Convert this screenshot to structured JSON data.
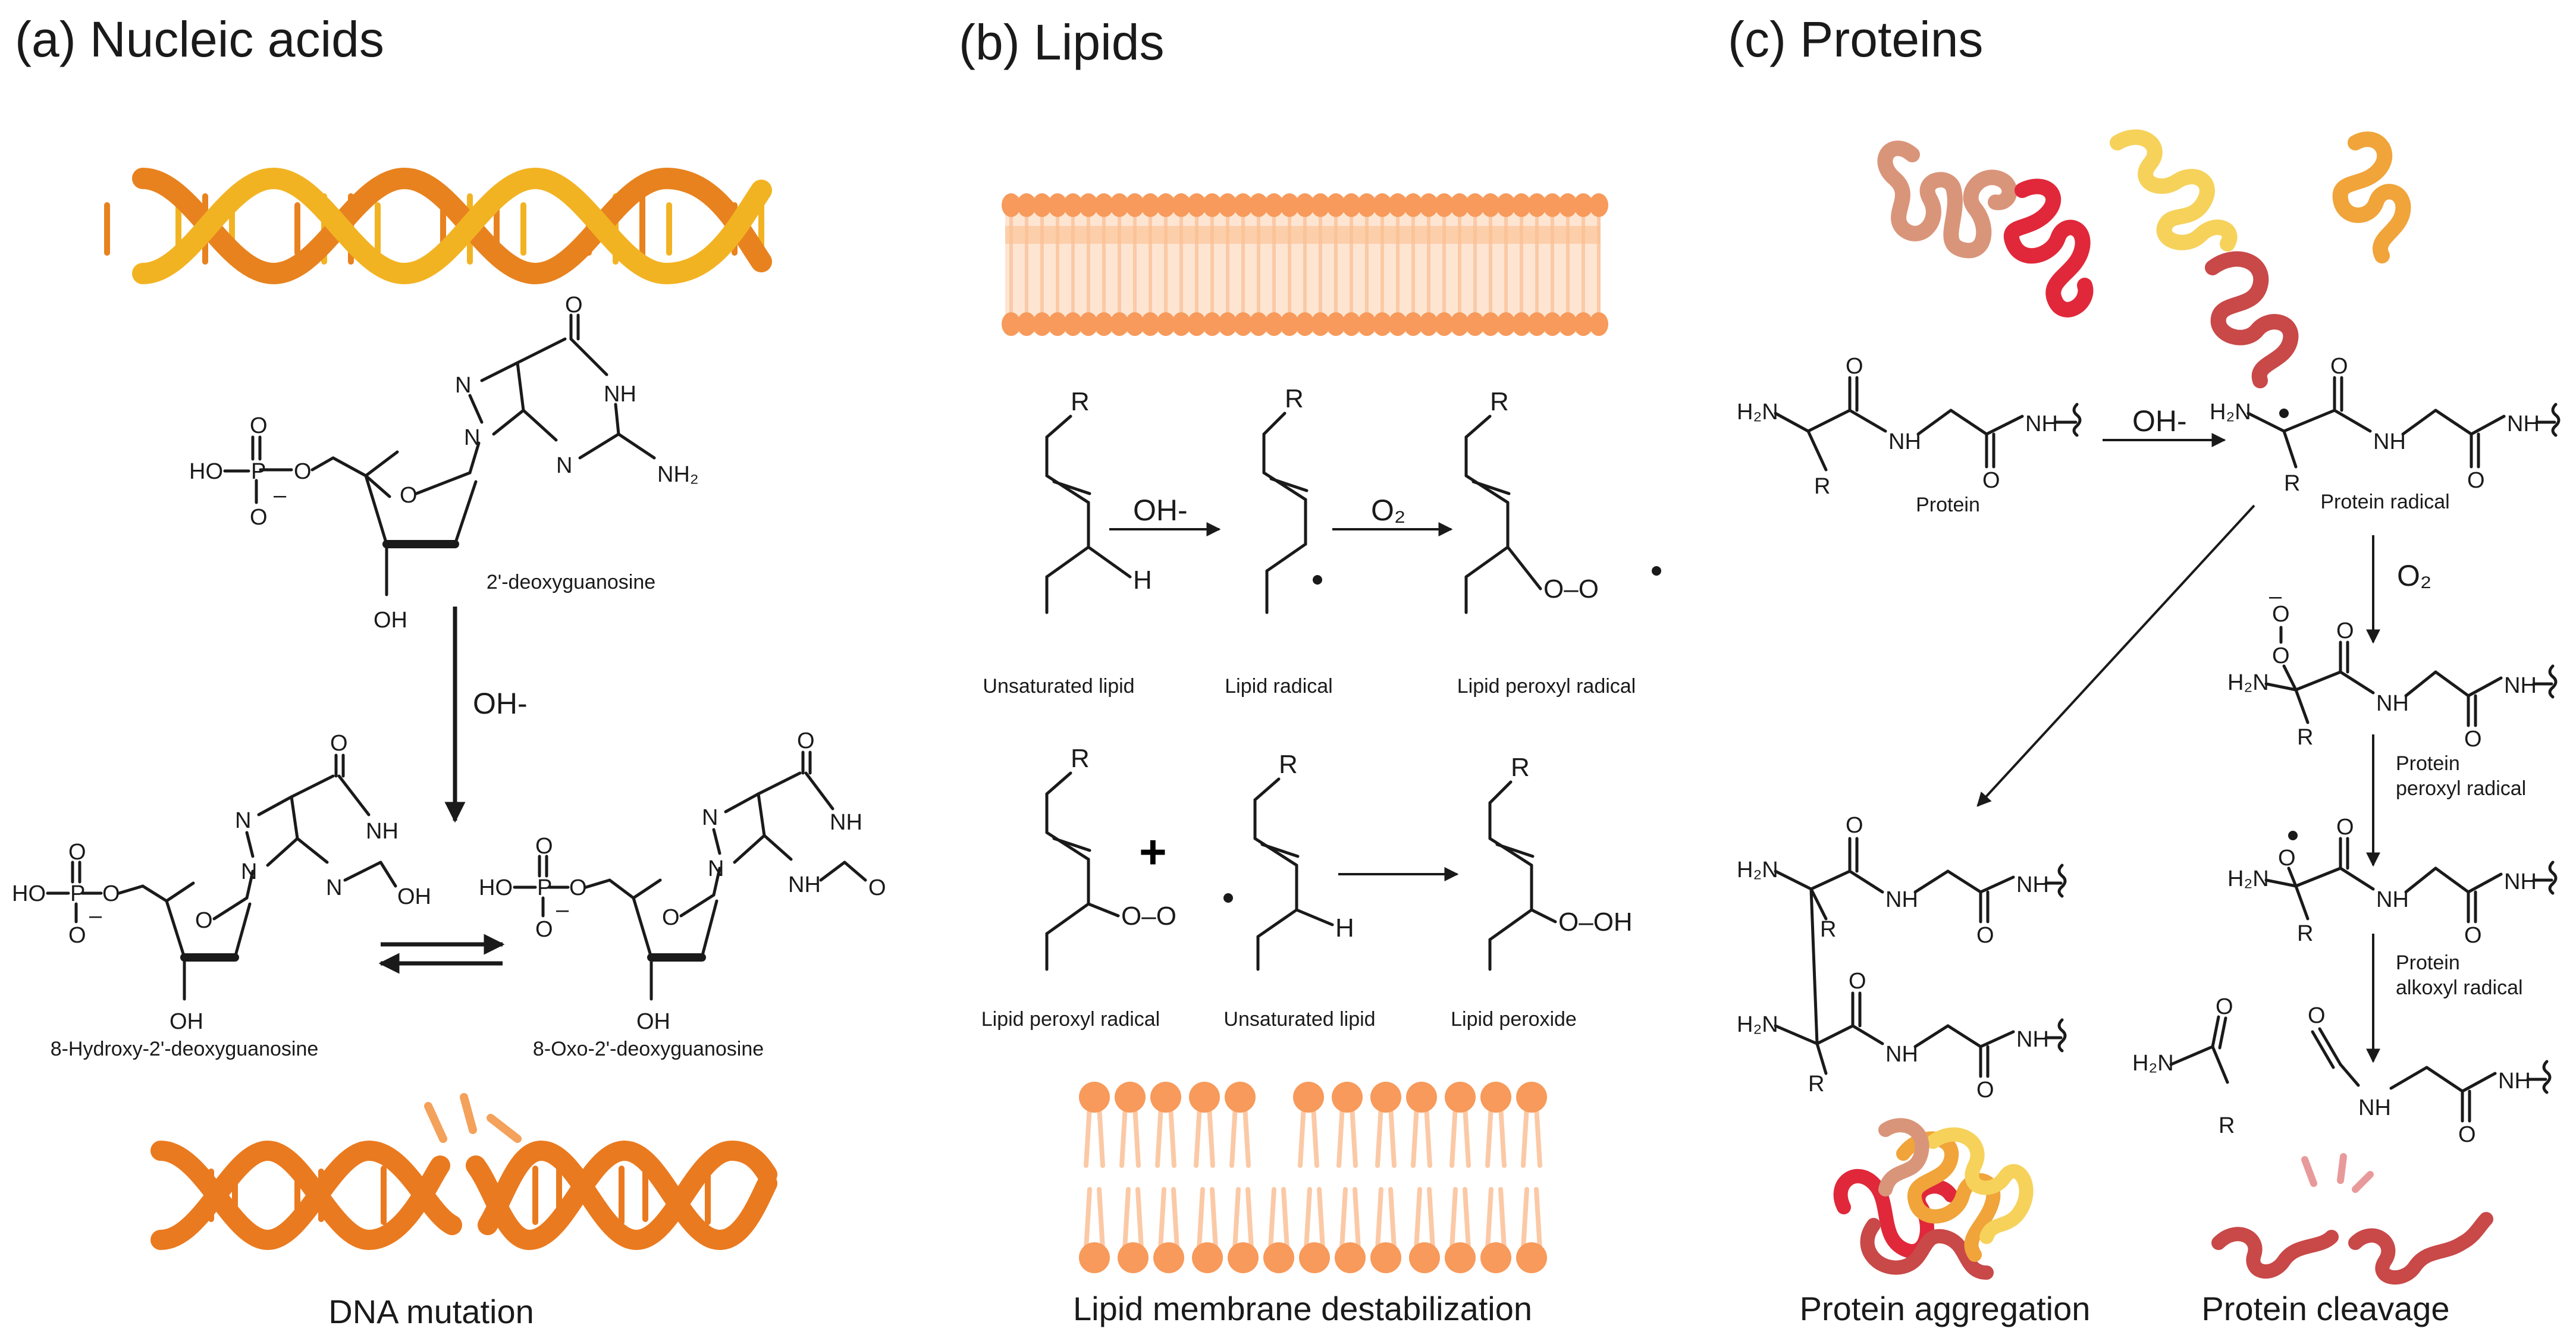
{
  "panels": {
    "a": {
      "title": "(a) Nucleic acids"
    },
    "b": {
      "title": "(b) Lipids"
    },
    "c": {
      "title": "(c) Proteins"
    }
  },
  "nucleic": {
    "dg_label": "2'-deoxyguanosine",
    "reagent": "OH-",
    "hydroxy_label": "8-Hydroxy-2'-deoxyguanosine",
    "oxo_label": "8-Oxo-2'-deoxyguanosine",
    "caption": "DNA mutation"
  },
  "lipids": {
    "reagent_oh": "OH-",
    "reagent_o2": "O₂",
    "unsat_label": "Unsaturated lipid",
    "radical_label": "Lipid radical",
    "peroxyl_label": "Lipid peroxyl radical",
    "peroxyl_label2": "Lipid peroxyl radical",
    "unsat_label2": "Unsaturated lipid",
    "peroxide_label": "Lipid peroxide",
    "plus": "+",
    "caption": "Lipid membrane destabilization"
  },
  "proteins": {
    "reagent_oh": "OH-",
    "reagent_o2": "O₂",
    "protein_label": "Protein",
    "radical_label": "Protein radical",
    "peroxyl_label": "Protein\nperoxyl radical",
    "peroxyl_line1": "Protein",
    "peroxyl_line2": "peroxyl radical",
    "alkoxyl_line1": "Protein",
    "alkoxyl_line2": "alkoxyl radical",
    "aggregation_caption": "Protein aggregation",
    "cleavage_caption": "Protein cleavage"
  },
  "atoms": {
    "H2N": "H₂N",
    "NH2": "NH₂",
    "NH": "NH",
    "N": "N",
    "O": "O",
    "OH": "OH",
    "R": "R",
    "H": "H",
    "P": "P",
    "HO": "HO",
    "OOH": "O–OH",
    "OO": "O–O",
    "minus": "–",
    "dot": "•"
  },
  "colors": {
    "dna_orange": "#e8821e",
    "dna_gold": "#f2b323",
    "dna_mut": "#ea7a1f",
    "membrane_head": "#f79a5b",
    "membrane_tail": "#fbc9a6",
    "protein_tan": "#d9957a",
    "protein_red": "#e0283a",
    "protein_yellow": "#f6d25b",
    "protein_orange": "#f0a43a",
    "protein_darkred": "#c94848"
  }
}
